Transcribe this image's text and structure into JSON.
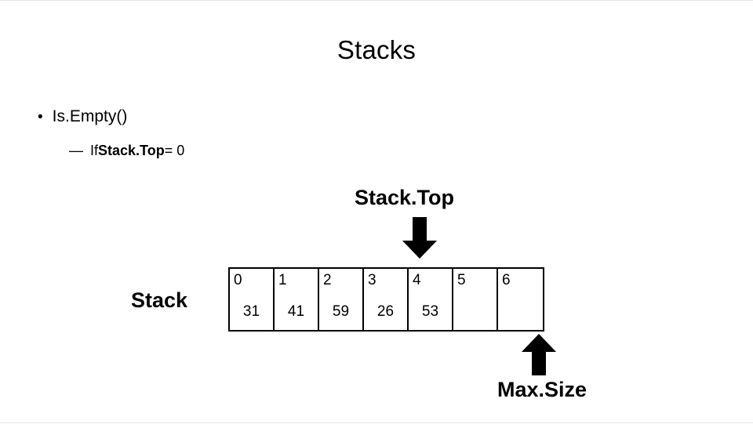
{
  "slide": {
    "title": "Stacks",
    "bullets": {
      "level1": {
        "marker": "•",
        "text": "Is.Empty()"
      },
      "level2": {
        "marker": "—",
        "prefix": "If ",
        "bold": "Stack.Top",
        "suffix": " = 0"
      }
    },
    "diagram": {
      "stacktop_label": "Stack.Top",
      "maxsize_label": "Max.Size",
      "stack_label": "Stack",
      "array": {
        "indices": [
          "0",
          "1",
          "2",
          "3",
          "4",
          "5",
          "6"
        ],
        "values": [
          "31",
          "41",
          "59",
          "26",
          "53",
          "",
          ""
        ]
      }
    }
  }
}
